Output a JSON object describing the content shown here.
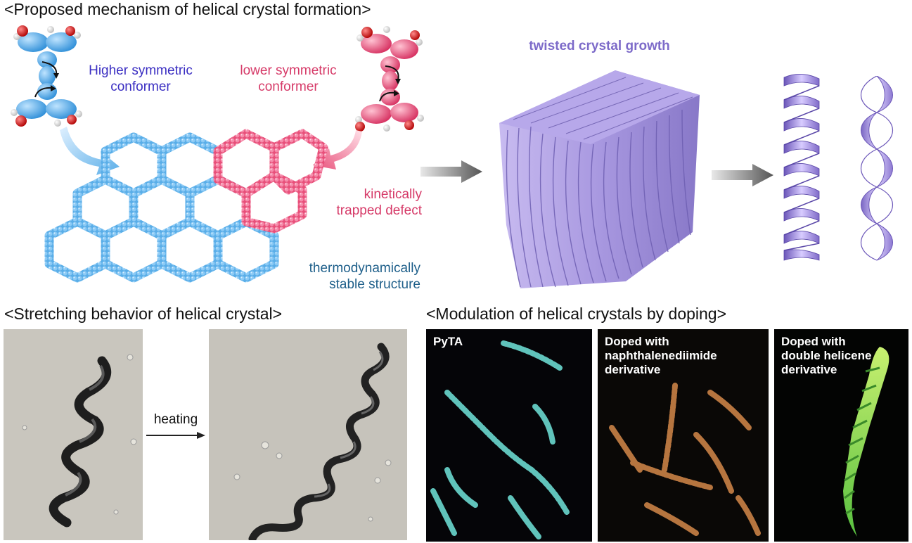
{
  "headings": {
    "mechanism": "<Proposed mechanism of helical crystal formation>",
    "stretching": "<Stretching behavior of helical crystal>",
    "doping": "<Modulation of helical crystals by doping>"
  },
  "labels": {
    "higher_line1": "Higher symmetric",
    "higher_line2": "conformer",
    "lower_line1": "lower symmetric",
    "lower_line2": "conformer",
    "kinetic_line1": "kinetically",
    "kinetic_line2": "trapped defect",
    "thermo_line1": "thermodynamically",
    "thermo_line2": "stable structure",
    "twisted": "twisted crystal growth",
    "heating": "heating"
  },
  "photos": {
    "pyta": "PyTA",
    "ndi_line1": "Doped with",
    "ndi_line2": "naphthalenediimide",
    "ndi_line3": "derivative",
    "helicene_line1": "Doped with",
    "helicene_line2": "double helicene",
    "helicene_line3": "derivative"
  },
  "colors": {
    "blue_molecule": "#5aaee8",
    "pink_molecule": "#e8507a",
    "crystal_purple": "#a898e0",
    "label_blue": "#3a2ec2",
    "label_red": "#d63a68",
    "label_teal": "#1e5f8a",
    "label_purple": "#7d6bc9"
  }
}
